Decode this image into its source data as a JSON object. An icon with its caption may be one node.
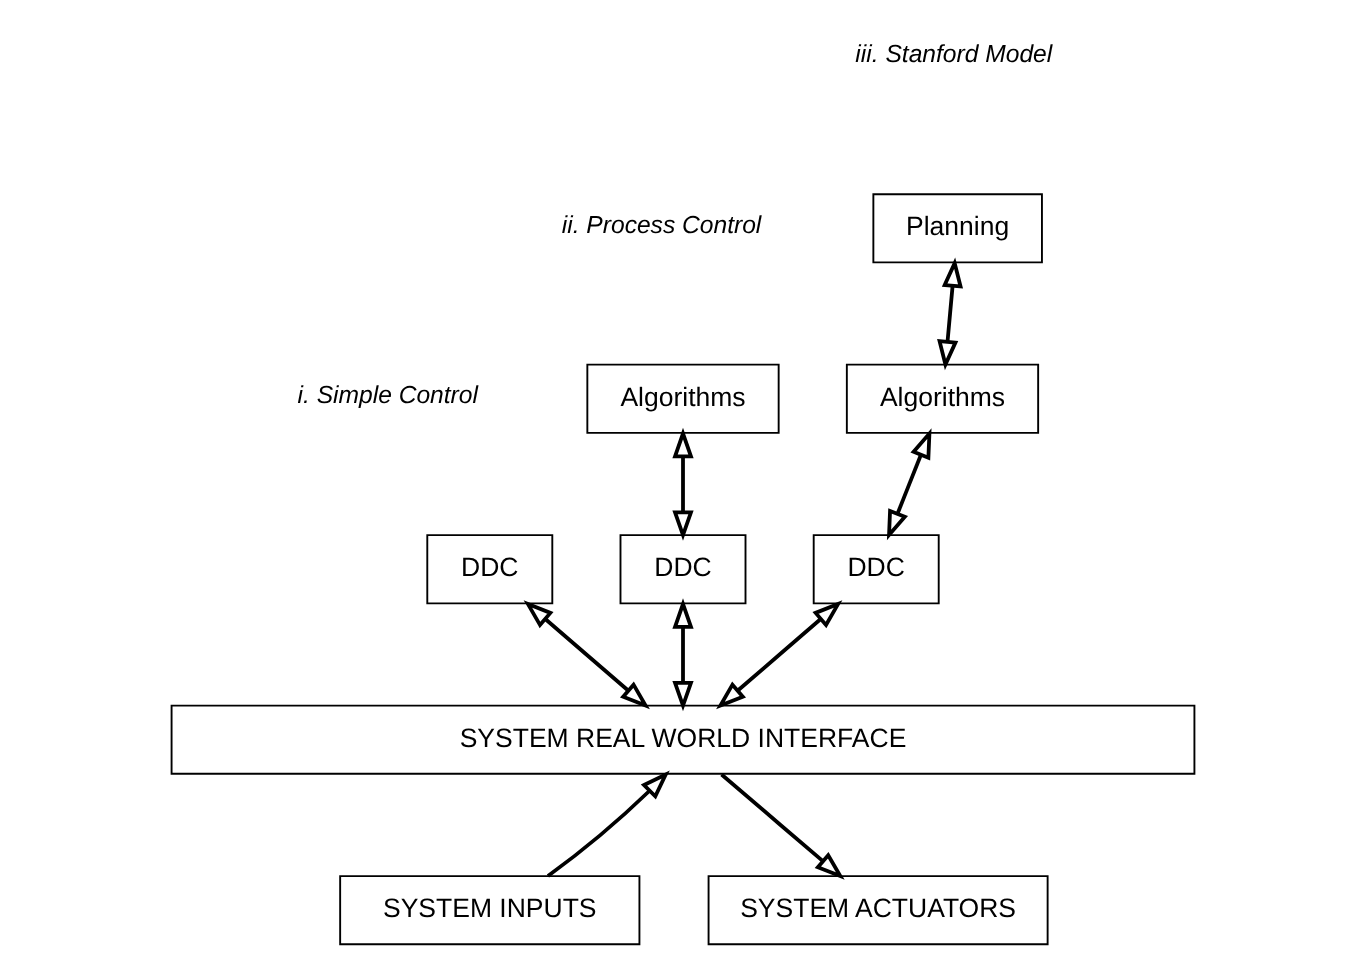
{
  "diagram": {
    "nodes": [
      {
        "text": [
          "DDC"
        ]
      },
      {
        "text": [
          "Algorithms"
        ]
      },
      {
        "text": [
          "DDC"
        ]
      },
      {
        "text": [
          "Planning"
        ]
      },
      {
        "text": [
          "Algorithms"
        ]
      },
      {
        "text": [
          "DDC"
        ]
      },
      {
        "text": [
          "SYSTEM REAL WORLD INTERFACE"
        ]
      },
      {
        "text": [
          "SYSTEM INPUTS"
        ]
      },
      {
        "text": [
          "SYSTEM ACTUATORS"
        ]
      }
    ],
    "edges": [
      {
        "from": 0,
        "to": 6,
        "arrow": "both"
      },
      {
        "from": 1,
        "to": 2,
        "arrow": "both"
      },
      {
        "from": 2,
        "to": 6,
        "arrow": "both"
      },
      {
        "from": 3,
        "to": 4,
        "arrow": "both"
      },
      {
        "from": 4,
        "to": 5,
        "arrow": "both"
      },
      {
        "from": 5,
        "to": 6,
        "arrow": "both"
      },
      {
        "from": 7,
        "to": 6,
        "arrow": "to"
      },
      {
        "from": 6,
        "to": 8,
        "arrow": "to"
      }
    ],
    "labels": [
      "iii. Stanford Model",
      "ii. Process Control",
      "i. Simple Control"
    ]
  }
}
